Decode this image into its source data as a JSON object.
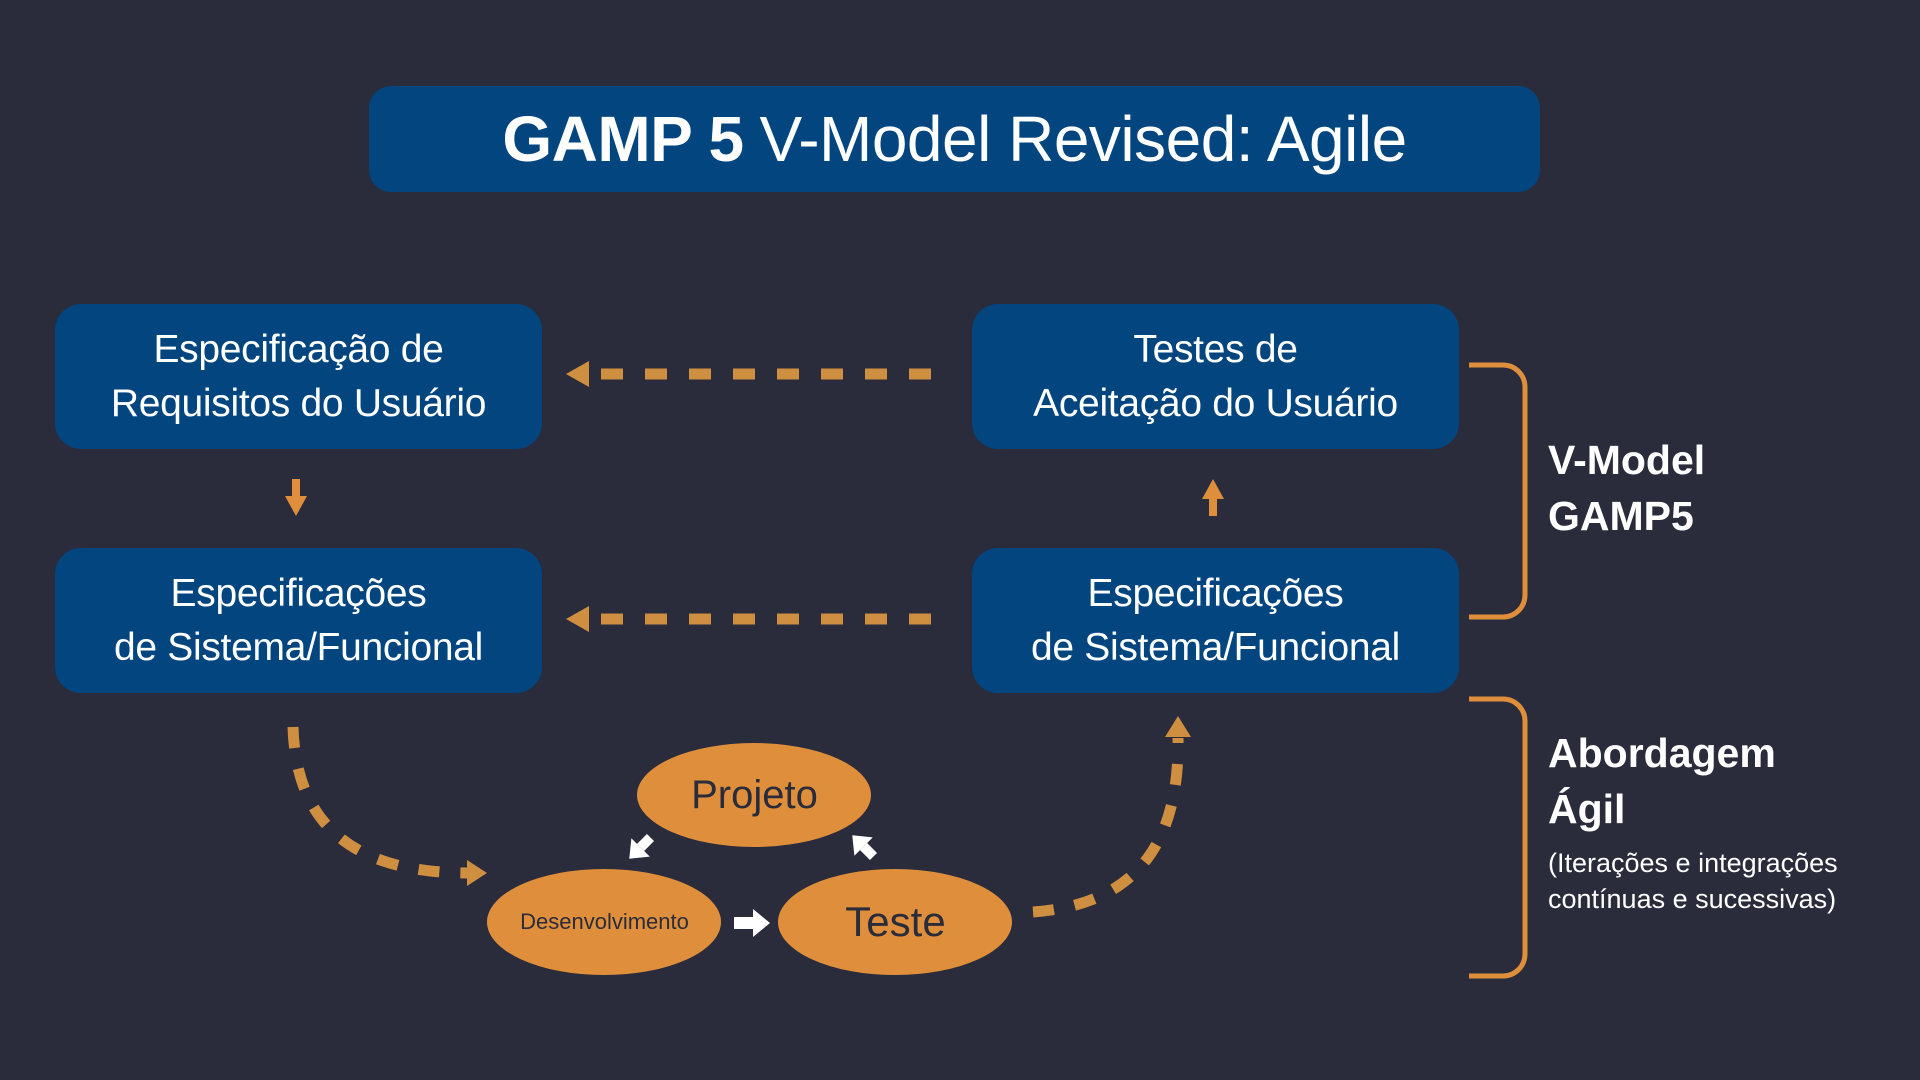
{
  "title": {
    "bold": "GAMP 5",
    "rest": "V-Model Revised: Agile"
  },
  "boxes": {
    "urs": {
      "line1": "Especificação de",
      "line2": "Requisitos do Usuário"
    },
    "fs_left": {
      "line1": "Especificações",
      "line2": "de Sistema/Funcional"
    },
    "uat": {
      "line1": "Testes de",
      "line2": "Aceitação do Usuário"
    },
    "fs_right": {
      "line1": "Especificações",
      "line2": "de Sistema/Funcional"
    }
  },
  "cycle": {
    "projeto": "Projeto",
    "desenvolvimento": "Desenvolvimento",
    "teste": "Teste"
  },
  "side": {
    "vmodel": {
      "line1": "V-Model",
      "line2": "GAMP5"
    },
    "agile": {
      "line1": "Abordagem",
      "line2": "Ágil",
      "sub1": "(Iterações e integrações",
      "sub2": "contínuas e sucessivas)"
    }
  },
  "colors": {
    "background": "#2a2b3b",
    "box_blue": "#02457f",
    "accent_orange": "#df8f3b",
    "dash_orange": "#cf8f40",
    "text_white": "#ffffff"
  }
}
